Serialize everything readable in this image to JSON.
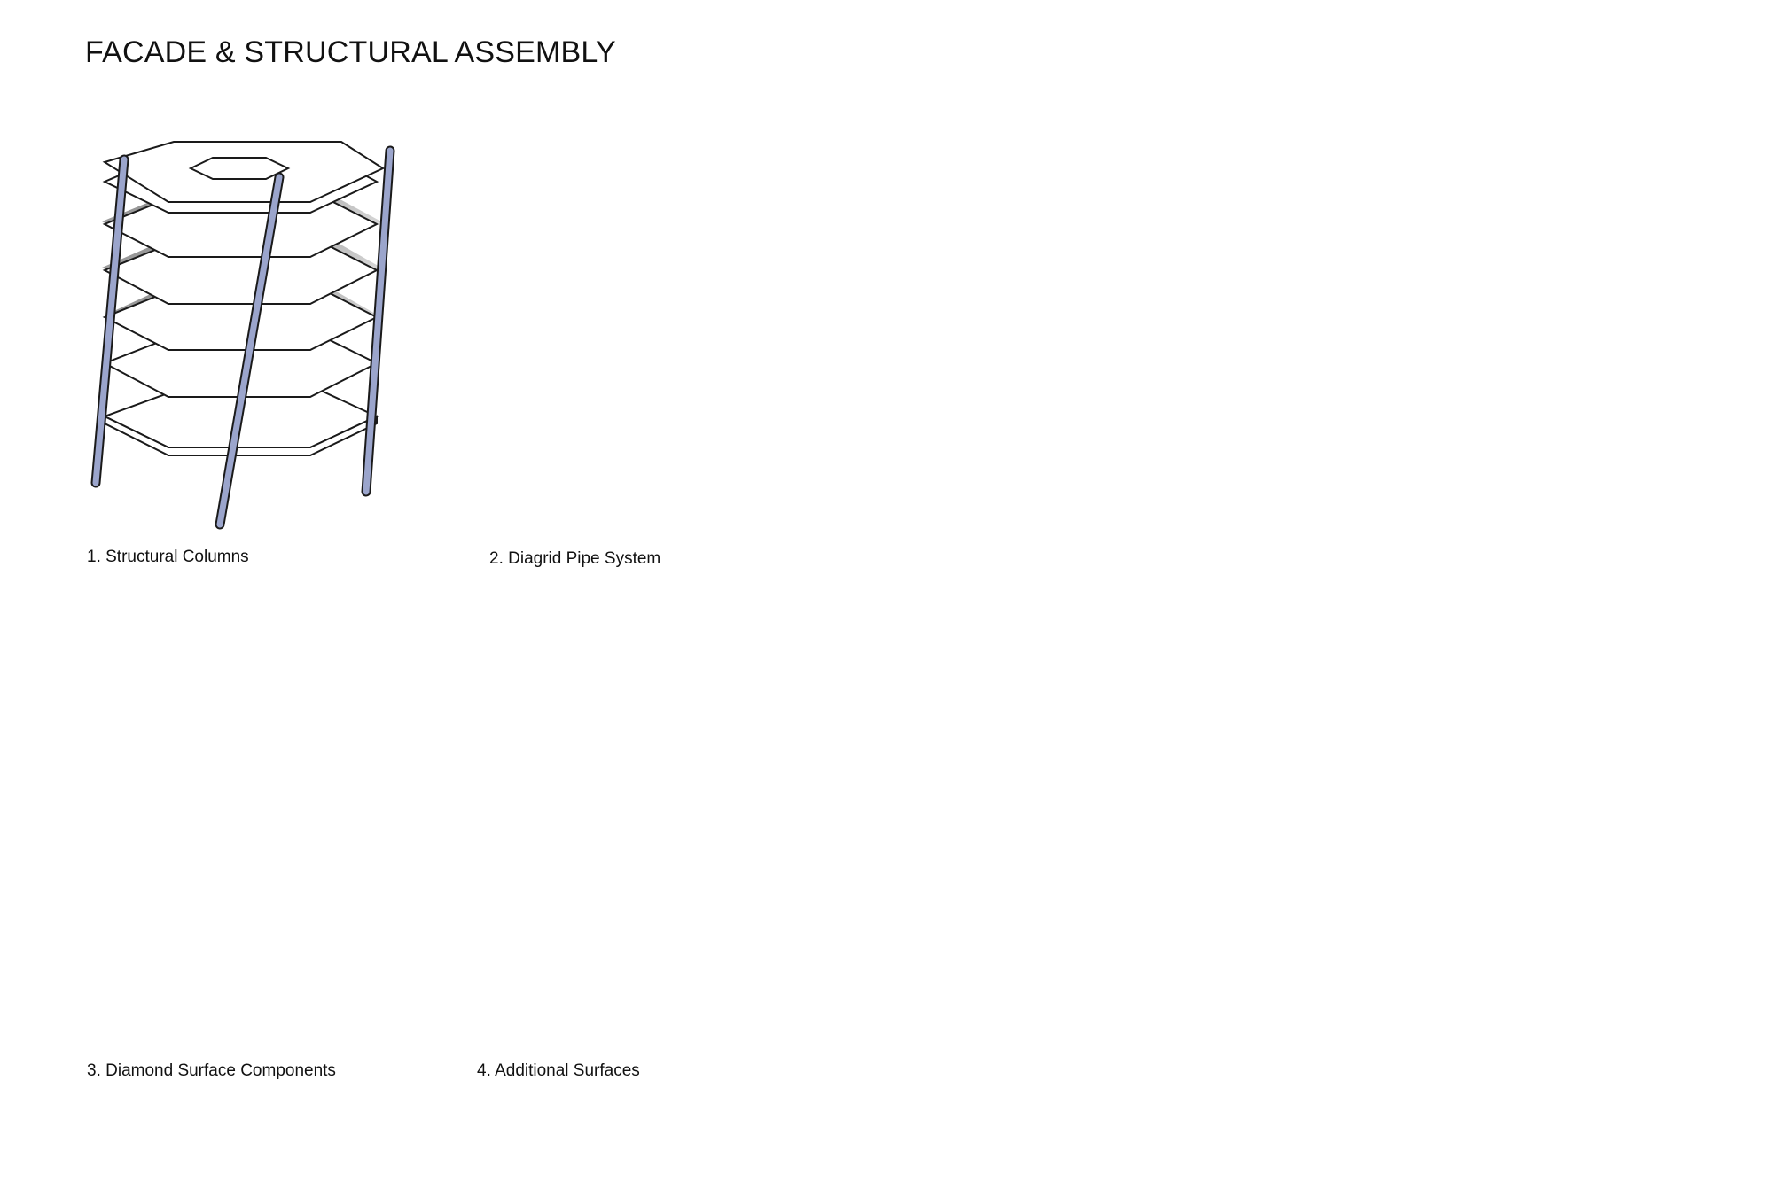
{
  "title": "FACADE & STRUCTURAL ASSEMBLY",
  "colors": {
    "accent": "#9ba5cc",
    "accent_dark": "#6f7aa6",
    "outline": "#1a1a1a",
    "slab": "#ffffff",
    "shadow": "#3a3a3a"
  },
  "steps": [
    {
      "label": "1. Structural Columns"
    },
    {
      "label": "2. Diagrid Pipe System"
    },
    {
      "label": "3. Diamond Surface Components"
    },
    {
      "label": "4. Additional Surfaces"
    }
  ]
}
